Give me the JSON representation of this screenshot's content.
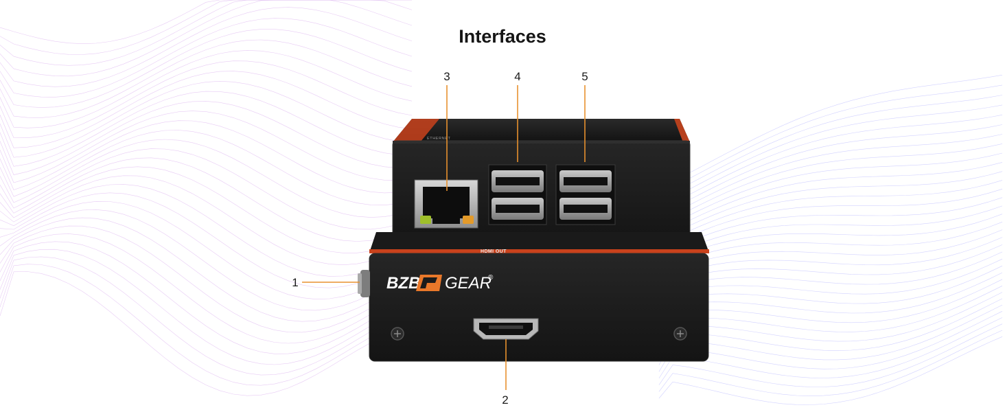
{
  "heading": "Interfaces",
  "brand": {
    "name_bold": "BZB",
    "name_light": "GEAR",
    "registered": "®"
  },
  "port_labels": {
    "ethernet": "ETHERNET",
    "hdmi_out": "HDMI OUT"
  },
  "callouts": [
    {
      "number": "1",
      "target": "power-connector"
    },
    {
      "number": "2",
      "target": "hdmi-output-port"
    },
    {
      "number": "3",
      "target": "ethernet-port"
    },
    {
      "number": "4",
      "target": "usb-ports-left"
    },
    {
      "number": "5",
      "target": "usb-ports-right"
    }
  ],
  "colors": {
    "callout_line": "#e8912e",
    "device_body": "#1b1b1b",
    "device_trim": "#d2481f",
    "brand_accent": "#e9782a",
    "wave_purple": "#c98be6",
    "wave_blue": "#8c8cff"
  }
}
